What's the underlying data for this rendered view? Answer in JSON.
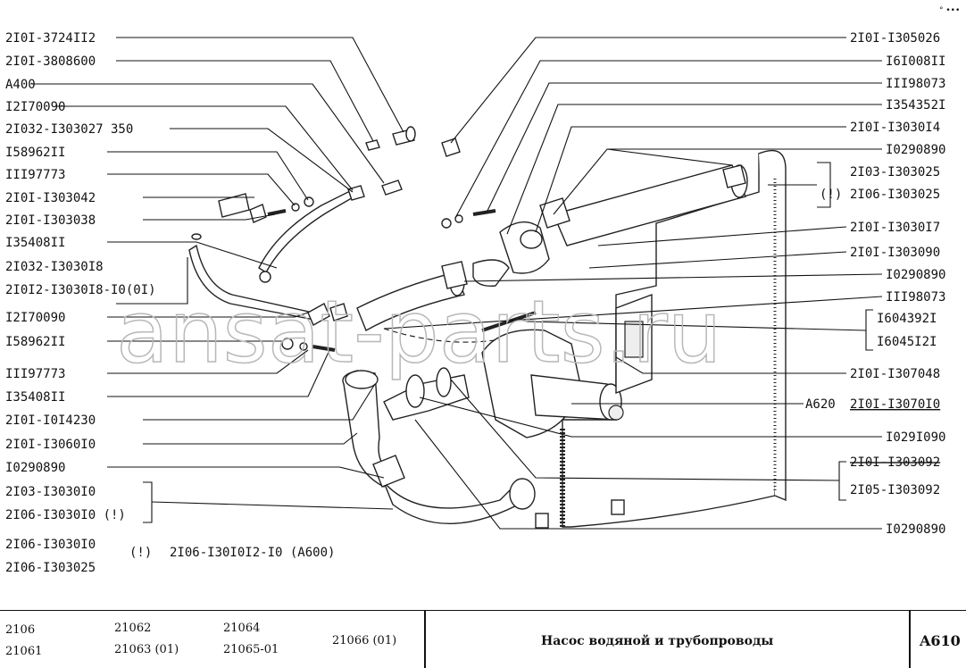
{
  "watermark": "ansat-parts.ru",
  "corner_mark": "° •••",
  "left_labels": [
    "2I0I-3724II2",
    "2I0I-3808600",
    "A400",
    "I2I70090",
    "2I032-I303027 350",
    "I58962II",
    "III97773",
    "2I0I-I303042",
    "2I0I-I303038",
    "I35408II",
    "2I032-I3030I8",
    "2I0I2-I3030I8-I0(0I)",
    "I2I70090",
    "I58962II",
    "III97773",
    "I35408II",
    "2I0I-I0I4230",
    "2I0I-I3060I0",
    "I0290890",
    "2I03-I3030I0",
    "2I06-I3030I0 (!)",
    "2I06-I3030I0",
    "(!)",
    "2I06-I30I0I2-I0 (A600)",
    "2I06-I303025"
  ],
  "right_labels": [
    "2I0I-I305026",
    "I6I008II",
    "III98073",
    "I354352I",
    "2I0I-I3030I4",
    "I0290890",
    "2I03-I303025",
    "(!)",
    "2I06-I303025",
    "2I0I-I3030I7",
    "2I0I-I303090",
    "I0290890",
    "III98073",
    "I604392I",
    "I6045I2I",
    "2I0I-I307048",
    "A620",
    "2I0I-I3070I0",
    "I029I090",
    "2I0I-I303092",
    "2I05-I303092",
    "I0290890"
  ],
  "footer": {
    "models": [
      "2106",
      "21061",
      "21062",
      "21063 (01)",
      "21064",
      "21065-01",
      "21066 (01)"
    ],
    "title": "Насос водяной и трубопроводы",
    "code": "A610"
  }
}
